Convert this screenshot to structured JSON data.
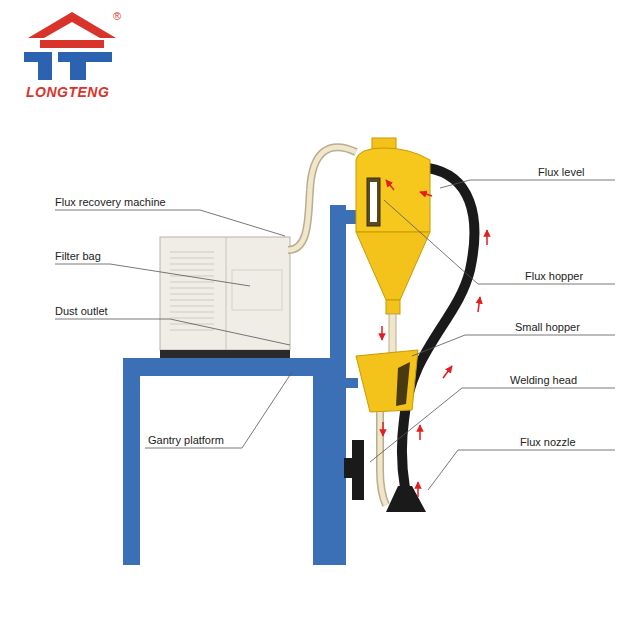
{
  "diagram": {
    "labels": [
      "®",
      "LONGTENG",
      "Flux recovery machine",
      "Filter bag",
      "Dust outlet",
      "Gantry platform",
      "Flux level",
      "Flux hopper",
      "Small hopper",
      "Welding head",
      "Flux nozzle"
    ]
  }
}
